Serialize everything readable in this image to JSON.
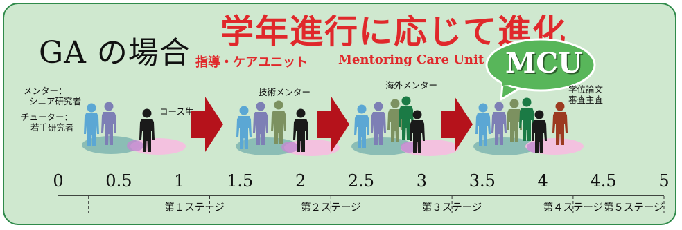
{
  "header": {
    "title_left": "GA の場合",
    "title_main": "学年進行に応じて進化",
    "subtitle_ja": "指導・ケアユニット",
    "subtitle_en": "Mentoring Care Unit"
  },
  "bubble": {
    "text": "MCU"
  },
  "labels": {
    "mentor_line1": "メンター：",
    "mentor_line2": "シニア研究者",
    "tutor_line1": "チューター：",
    "tutor_line2": "若手研究者",
    "course_student": "コース生",
    "tech_mentor": "技術メンター",
    "overseas_mentor": "海外メンター",
    "thesis_line1": "学位論文",
    "thesis_line2": "審査主査"
  },
  "timeline": {
    "ticks": [
      "0",
      "0.5",
      "1",
      "1.5",
      "2",
      "2.5",
      "3",
      "3.5",
      "4",
      "4.5",
      "5"
    ],
    "stages": [
      "第１ステージ",
      "第２ステージ",
      "第３ステージ",
      "第４ステージ",
      "第５ステージ"
    ]
  },
  "colors": {
    "border": "#2f8a4a",
    "panel_bg": "#cfe8cf",
    "red_text": "#e0282b",
    "arrow": "#b5121b",
    "bubble": "#58b65a",
    "blue_person": "#5ba7d4",
    "purple_person": "#7d7fb5",
    "olive_person": "#7c9160",
    "green_person": "#1b7a45",
    "black_person": "#1a1a1a",
    "red_person": "#9c3a20",
    "teal_ellipse": "#7fb5b0",
    "pink_ellipse": "#f6bde0"
  }
}
